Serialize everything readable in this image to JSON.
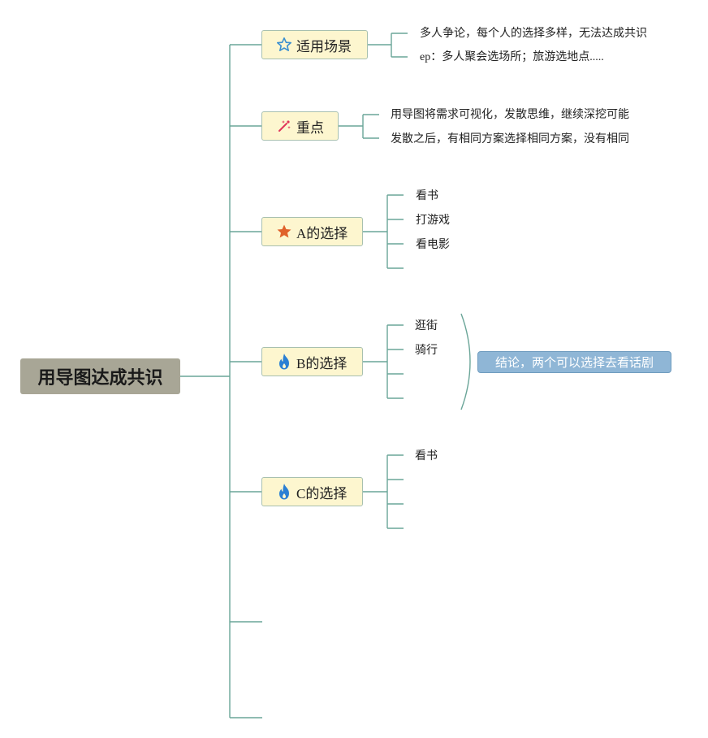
{
  "root": {
    "label": "用导图达成共识"
  },
  "topics": [
    {
      "label": "适用场景",
      "icon": "star-outline-icon",
      "leaves": [
        "多人争论，每个人的选择多样，无法达成共识",
        "ep：多人聚会选场所；旅游选地点....."
      ]
    },
    {
      "label": "重点",
      "icon": "magic-wand-icon",
      "leaves": [
        "用导图将需求可视化，发散思维，继续深挖可能",
        "发散之后，有相同方案选择相同方案，没有相同"
      ]
    },
    {
      "label": "A的选择",
      "icon": "star-filled-icon",
      "leaves": [
        "看书",
        "打游戏",
        "看电影",
        ""
      ]
    },
    {
      "label": "B的选择",
      "icon": "flame-icon",
      "leaves": [
        "逛街",
        "骑行",
        "",
        ""
      ]
    },
    {
      "label": "C的选择",
      "icon": "flame-icon",
      "leaves": [
        "看书",
        "",
        "",
        ""
      ]
    }
  ],
  "summary": {
    "label": "结论，两个可以选择去看话剧"
  },
  "colors": {
    "line": "#5f9a8c",
    "root_bg": "#a8a696",
    "topic_bg": "#fdf6cf",
    "summary_bg": "#8fb6d6",
    "star_outline": "#3b8fd0",
    "star_filled": "#e0612b",
    "flame": "#2a7fd4",
    "wand": "#e0345a"
  }
}
